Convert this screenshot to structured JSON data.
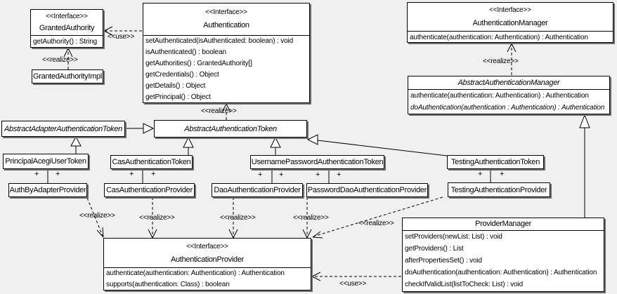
{
  "colors": {
    "background": "#f0f0f0",
    "box_fill": "#ffffff",
    "stroke": "#000000",
    "shadow": "#6f6f6f"
  },
  "labels": {
    "use": "<<use>>",
    "realize": "<<realize>>",
    "plus": "+"
  },
  "classes": {
    "granted_authority": {
      "stereotype": "<<Interface>>",
      "name": "GrantedAuthority",
      "methods": [
        "getAuthority() : String"
      ]
    },
    "granted_authority_impl": {
      "name": "GrantedAuthorityImpl"
    },
    "authentication": {
      "stereotype": "<<Interface>>",
      "name": "Authentication",
      "methods": [
        "setAuthenticated(isAuthenticated: boolean) : void",
        "isAuthenticated() : boolean",
        "getAuthorities() : GrantedAuthority[]",
        "getCredentials() : Object",
        "getDetails() : Object",
        "getPrincipal() : Object"
      ]
    },
    "authentication_manager": {
      "stereotype": "<<Interface>>",
      "name": "AuthenticationManager",
      "methods": [
        "authenticate(authentication: Authentication) : Authentication"
      ]
    },
    "abstract_authentication_manager": {
      "name": "AbstractAuthenticationManager",
      "methods": [
        "authenticate(authentication: Authentication) : Authentication",
        "doAuthentication(authentication : Authentication) : Authentication"
      ]
    },
    "abstract_adapter_authentication_token": {
      "name": "AbstractAdapterAuthenticationToken"
    },
    "abstract_authentication_token": {
      "name": "AbstractAuthenticationToken"
    },
    "principal_acegi_user_token": {
      "name": "PrincipalAcegiUserToken"
    },
    "cas_authentication_token": {
      "name": "CasAuthenticationToken"
    },
    "username_password_authentication_token": {
      "name": "UsernamePasswordAuthenticationToken"
    },
    "testing_authentication_token": {
      "name": "TestingAuthenticationToken"
    },
    "auth_by_adapter_provider": {
      "name": "AuthByAdapterProvider"
    },
    "cas_authentication_provider": {
      "name": "CasAuthenticationProvider"
    },
    "dao_authentication_provider": {
      "name": "DaoAuthenticationProvider"
    },
    "password_dao_authentication_provider": {
      "name": "PasswordDaoAuthenticationProvider"
    },
    "testing_authentication_provider": {
      "name": "TestingAuthenticationProvider"
    },
    "authentication_provider": {
      "stereotype": "<<Interface>>",
      "name": "AuthenticationProvider",
      "methods": [
        "authenticate(authentication: Authentication) : Authentication",
        "supports(authentication: Class) : boolean"
      ]
    },
    "provider_manager": {
      "name": "ProviderManager",
      "methods": [
        "setProviders(newList: List) : void",
        "getProviders() : List",
        "afterPropertiesSet() : void",
        "doAuthentication(authentication: Authentication) : Authentication",
        "checkIfValidList(listToCheck: List) : void"
      ]
    }
  }
}
